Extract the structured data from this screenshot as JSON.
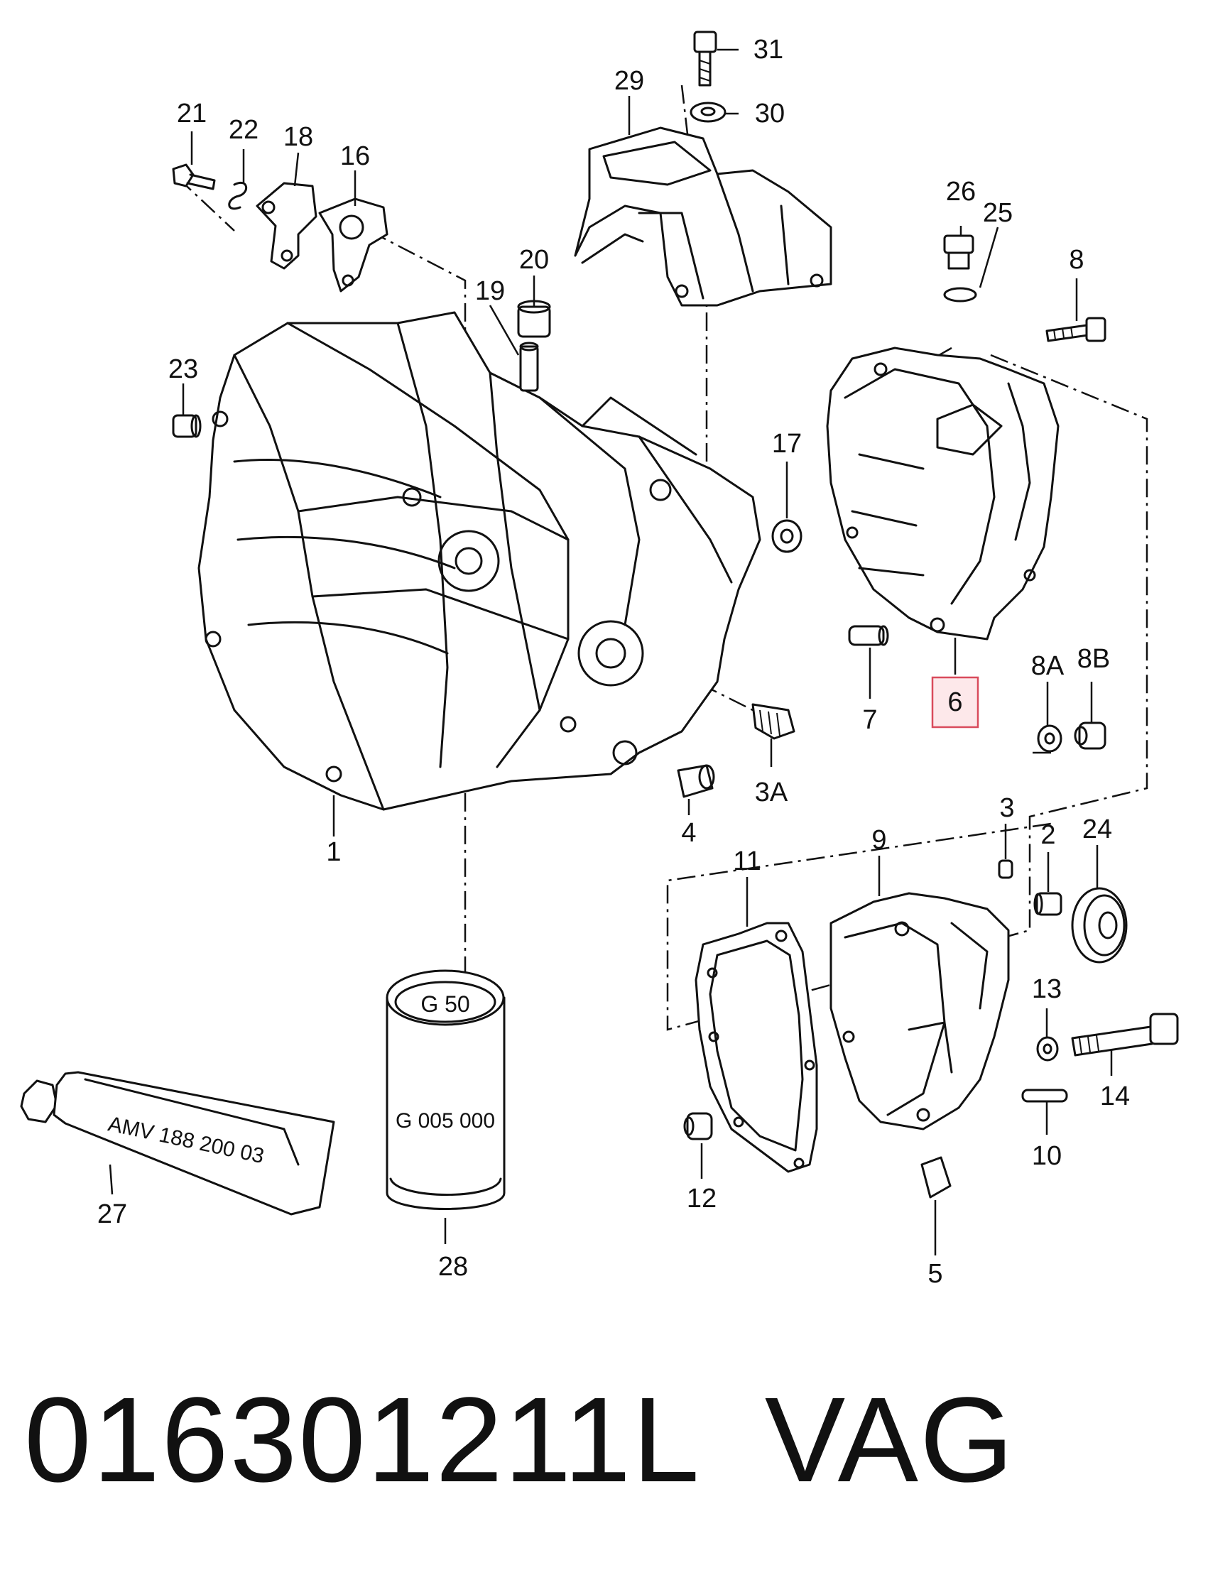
{
  "callouts": {
    "c1": "1",
    "c2": "2",
    "c3": "3",
    "c3A": "3A",
    "c4": "4",
    "c5": "5",
    "c6": "6",
    "c7": "7",
    "c8": "8",
    "c8A": "8A",
    "c8B": "8B",
    "c9": "9",
    "c10": "10",
    "c11": "11",
    "c12": "12",
    "c13": "13",
    "c14": "14",
    "c16": "16",
    "c17": "17",
    "c18": "18",
    "c19": "19",
    "c20": "20",
    "c21": "21",
    "c22": "22",
    "c23": "23",
    "c24": "24",
    "c25": "25",
    "c26": "26",
    "c27": "27",
    "c28": "28",
    "c29": "29",
    "c30": "30",
    "c31": "31"
  },
  "tube_text": "AMV  188 200 03",
  "can_top_text": "G 50",
  "can_side_text": "G 005 000",
  "footer": {
    "part_number": "016301211L",
    "brand": "VAG"
  },
  "colors": {
    "highlight_fill": "#fde8ea",
    "highlight_stroke": "#d94b5c",
    "ink": "#111111"
  }
}
